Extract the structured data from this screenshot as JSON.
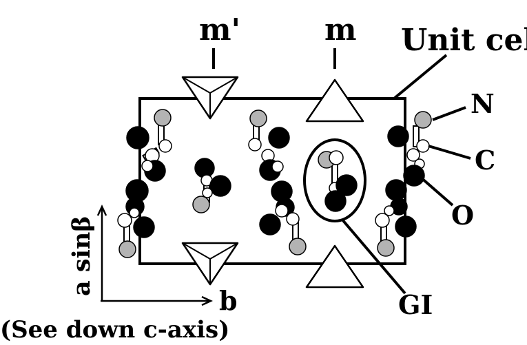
{
  "labels": {
    "m_prime": "m'",
    "m": "m",
    "unit_cell": "Unit cell",
    "nitrogen": "N",
    "carbon": "C",
    "oxygen": "O",
    "glycine": "GI",
    "axis_vertical": "a sinβ",
    "axis_horizontal": "b",
    "caption": "(See down c-axis)"
  },
  "colors": {
    "oxygen": "#000000",
    "nitrogen": "#b3b3b3",
    "carbon": "#ffffff",
    "outline": "#000000"
  }
}
